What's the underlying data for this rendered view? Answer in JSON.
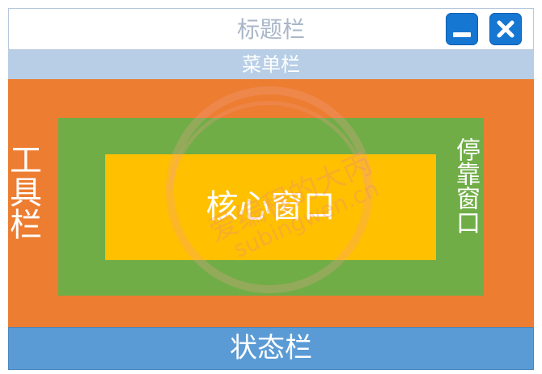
{
  "title_bar": {
    "label": "标题栏",
    "minimize_icon": "minimize-icon",
    "close_icon": "close-icon"
  },
  "menu_bar": {
    "label": "菜单栏"
  },
  "toolbar": {
    "label": "工具栏"
  },
  "dock_window": {
    "label": "停靠窗口"
  },
  "core_window": {
    "label": "核心窗口"
  },
  "status_bar": {
    "label": "状态栏"
  },
  "watermark": {
    "line1": "爱编程的大丙",
    "line2": "subingwen.cn"
  },
  "colors": {
    "title_bar": "#ffffff",
    "menu_bar": "#b7cee6",
    "toolbar": "#ed7d31",
    "dock_window": "#70ad47",
    "core_window": "#ffc000",
    "status_bar": "#5b9bd5",
    "window_buttons": "#1677d2"
  }
}
